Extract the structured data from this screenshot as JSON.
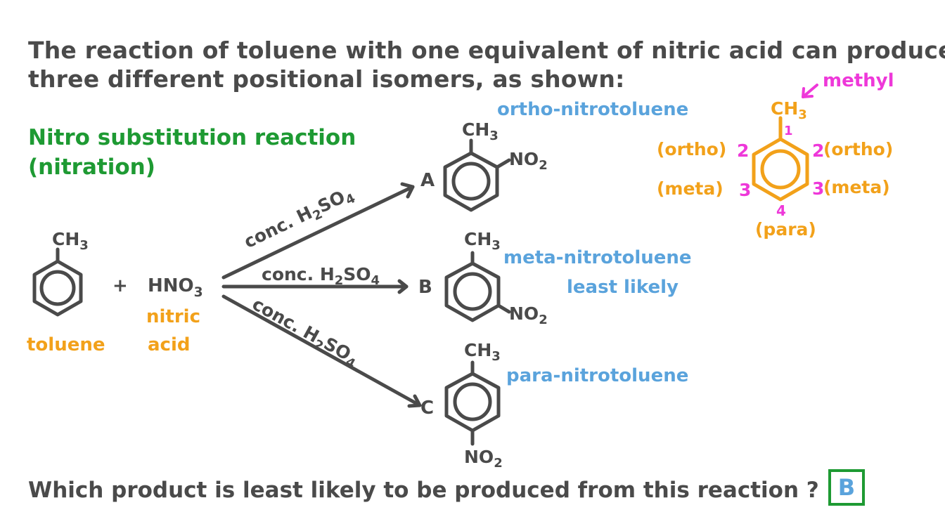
{
  "intro": {
    "line1": "The reaction of toluene with one equivalent of nitric acid can produce",
    "line2": "three different positional isomers, as shown:"
  },
  "reaction_type": {
    "line1": "Nitro substitution reaction",
    "line2": "(nitration)"
  },
  "reactants": {
    "toluene_group": "CH",
    "toluene_group_sub": "3",
    "toluene_label": "toluene",
    "plus": "+",
    "acid_formula": "HNO",
    "acid_formula_sub": "3",
    "acid_label_line1": "nitric",
    "acid_label_line2": "acid"
  },
  "conditions": {
    "prefix": "conc. H",
    "sub1": "2",
    "mid": "SO",
    "sub2": "4"
  },
  "products": [
    {
      "letter": "A",
      "top_group": "CH",
      "top_sub": "3",
      "nitro": "NO",
      "nitro_sub": "2",
      "name": "ortho-nitrotoluene",
      "note": ""
    },
    {
      "letter": "B",
      "top_group": "CH",
      "top_sub": "3",
      "nitro": "NO",
      "nitro_sub": "2",
      "name": "meta-nitrotoluene",
      "note": "least likely"
    },
    {
      "letter": "C",
      "top_group": "CH",
      "top_sub": "3",
      "nitro": "NO",
      "nitro_sub": "2",
      "name": "para-nitrotoluene",
      "note": ""
    }
  ],
  "key": {
    "methyl_label": "methyl",
    "group": "CH",
    "group_sub": "3",
    "pos1": "1",
    "pos2_left": "2",
    "pos2_right": "2",
    "pos3_left": "3",
    "pos3_right": "3",
    "pos4": "4",
    "ortho_left": "(ortho)",
    "ortho_right": "(ortho)",
    "meta_left": "(meta)",
    "meta_right": "(meta)",
    "para": "(para)"
  },
  "question": {
    "text": "Which product is least likely to be produced from this reaction ?",
    "answer": "B"
  },
  "colors": {
    "text": "#4a4a4a",
    "blue": "#5aa3dc",
    "orange": "#f2a11a",
    "green": "#1e9a33",
    "pink": "#ee38d9"
  }
}
